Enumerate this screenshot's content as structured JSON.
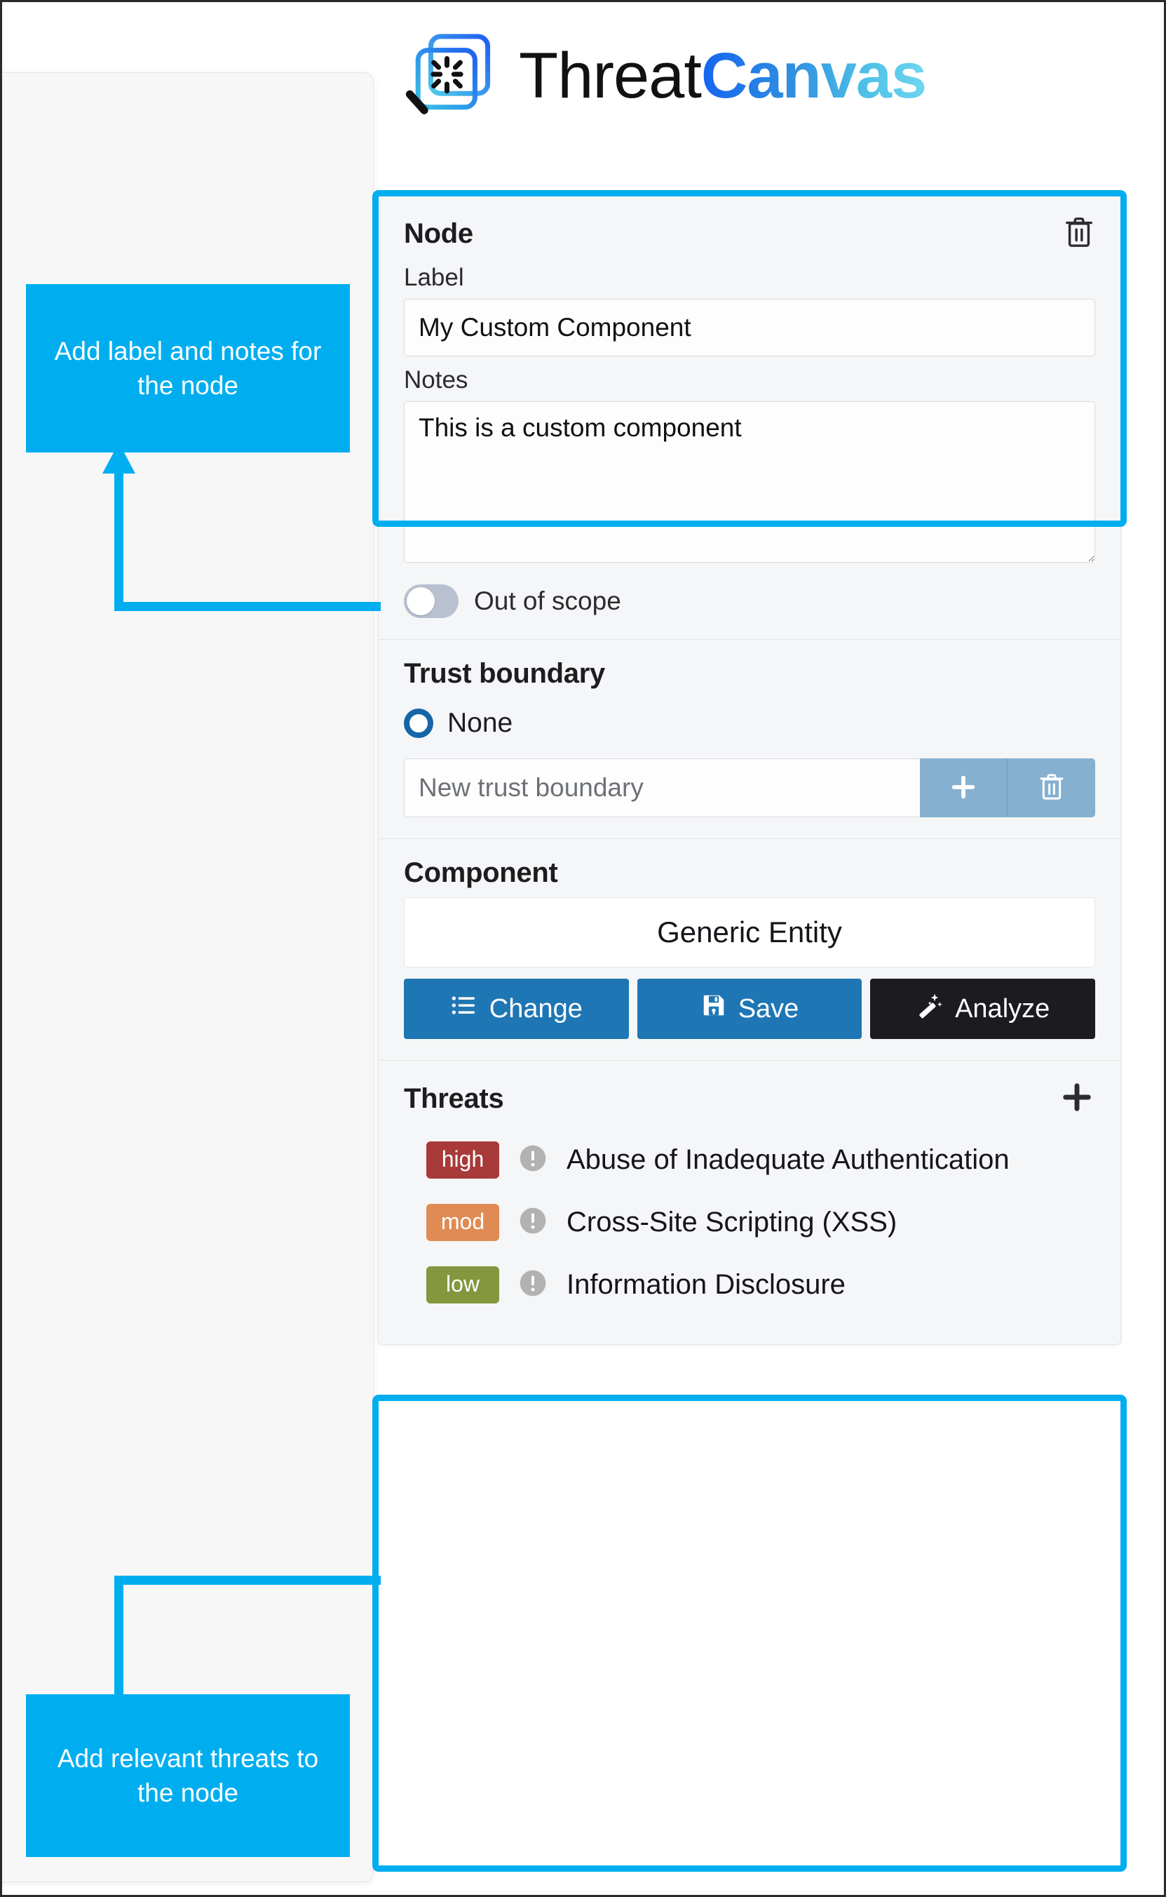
{
  "app": {
    "brand_first": "Threat",
    "brand_second": "Canvas",
    "accent_color": "#00aeef",
    "brand_gradient_from": "#1565f0",
    "brand_gradient_to": "#6fd6ef"
  },
  "node_panel": {
    "title": "Node",
    "delete_icon": "trash-icon",
    "label_field_label": "Label",
    "label_value": "My Custom Component",
    "notes_field_label": "Notes",
    "notes_value": "This is a custom component",
    "out_of_scope_label": "Out of scope",
    "out_of_scope_on": false
  },
  "trust_boundary": {
    "title": "Trust boundary",
    "selected_option": "None",
    "options": [
      "None"
    ],
    "new_placeholder": "New trust boundary",
    "new_value": "",
    "add_icon": "plus-icon",
    "delete_icon": "trash-icon"
  },
  "component": {
    "title": "Component",
    "value": "Generic Entity",
    "buttons": [
      {
        "label": "Change",
        "icon": "list-icon",
        "style": "blue"
      },
      {
        "label": "Save",
        "icon": "floppy-disk-icon",
        "style": "blue"
      },
      {
        "label": "Analyze",
        "icon": "magic-wand-icon",
        "style": "dark"
      }
    ]
  },
  "threats": {
    "title": "Threats",
    "add_icon": "plus-icon",
    "items": [
      {
        "severity": "high",
        "severity_color": "#a83a3a",
        "name": "Abuse of Inadequate Authentication",
        "status_icon": "exclamation-circle-icon"
      },
      {
        "severity": "mod",
        "severity_color": "#e08b53",
        "name": "Cross-Site Scripting (XSS)",
        "status_icon": "exclamation-circle-icon"
      },
      {
        "severity": "low",
        "severity_color": "#84963e",
        "name": "Information Disclosure",
        "status_icon": "exclamation-circle-icon"
      }
    ]
  },
  "annotations": [
    {
      "id": "top",
      "text": "Add label and notes for the node"
    },
    {
      "id": "bottom",
      "text": "Add relevant threats to the node"
    }
  ]
}
